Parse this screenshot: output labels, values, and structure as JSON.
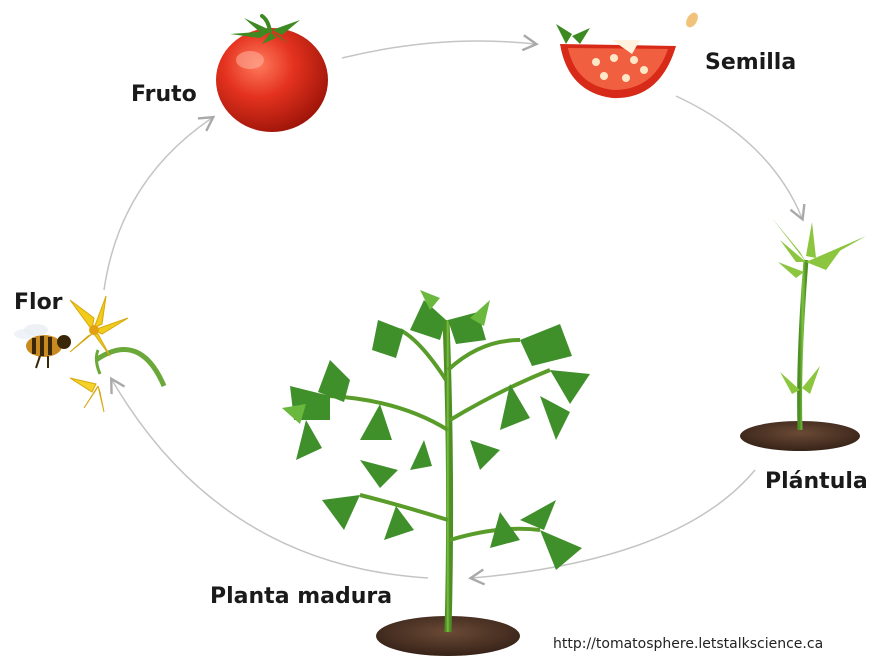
{
  "stages": {
    "fruto": "Fruto",
    "semilla": "Semilla",
    "plantula": "Plántula",
    "planta_madura": "Planta madura",
    "flor": "Flor"
  },
  "source_credit": "http://tomatosphere.letstalkscience.ca",
  "colors": {
    "arrow": "#b8b8b8",
    "tomato": "#e0301e",
    "leaf": "#5aa02c",
    "soil": "#4a2f22",
    "flower": "#f2cc1a"
  },
  "icons": {
    "fruto": "tomato-icon",
    "semilla": "tomato-slice-icon",
    "plantula": "seedling-icon",
    "planta_madura": "tomato-plant-icon",
    "flor": "flower-icon",
    "bee": "bee-icon"
  }
}
